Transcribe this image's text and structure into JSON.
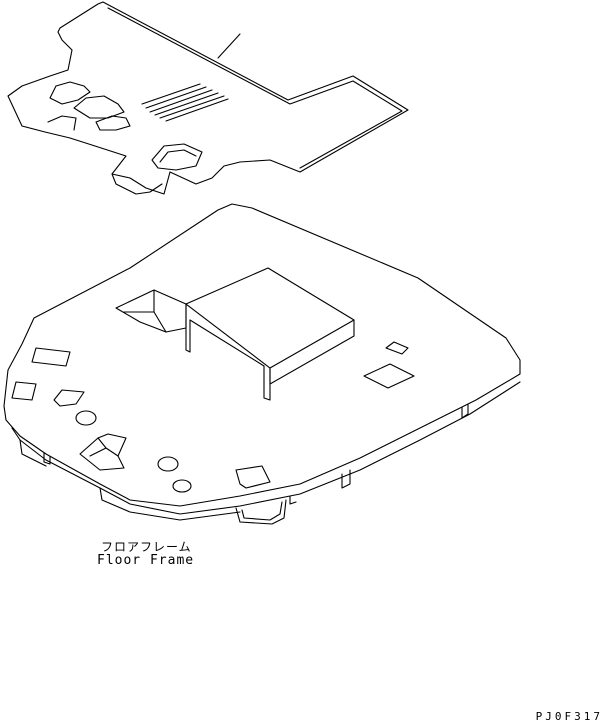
{
  "callout": {
    "label_japanese": "フロアフレーム",
    "label_english": "Floor Frame"
  },
  "drawing_code": "PJ0F317"
}
